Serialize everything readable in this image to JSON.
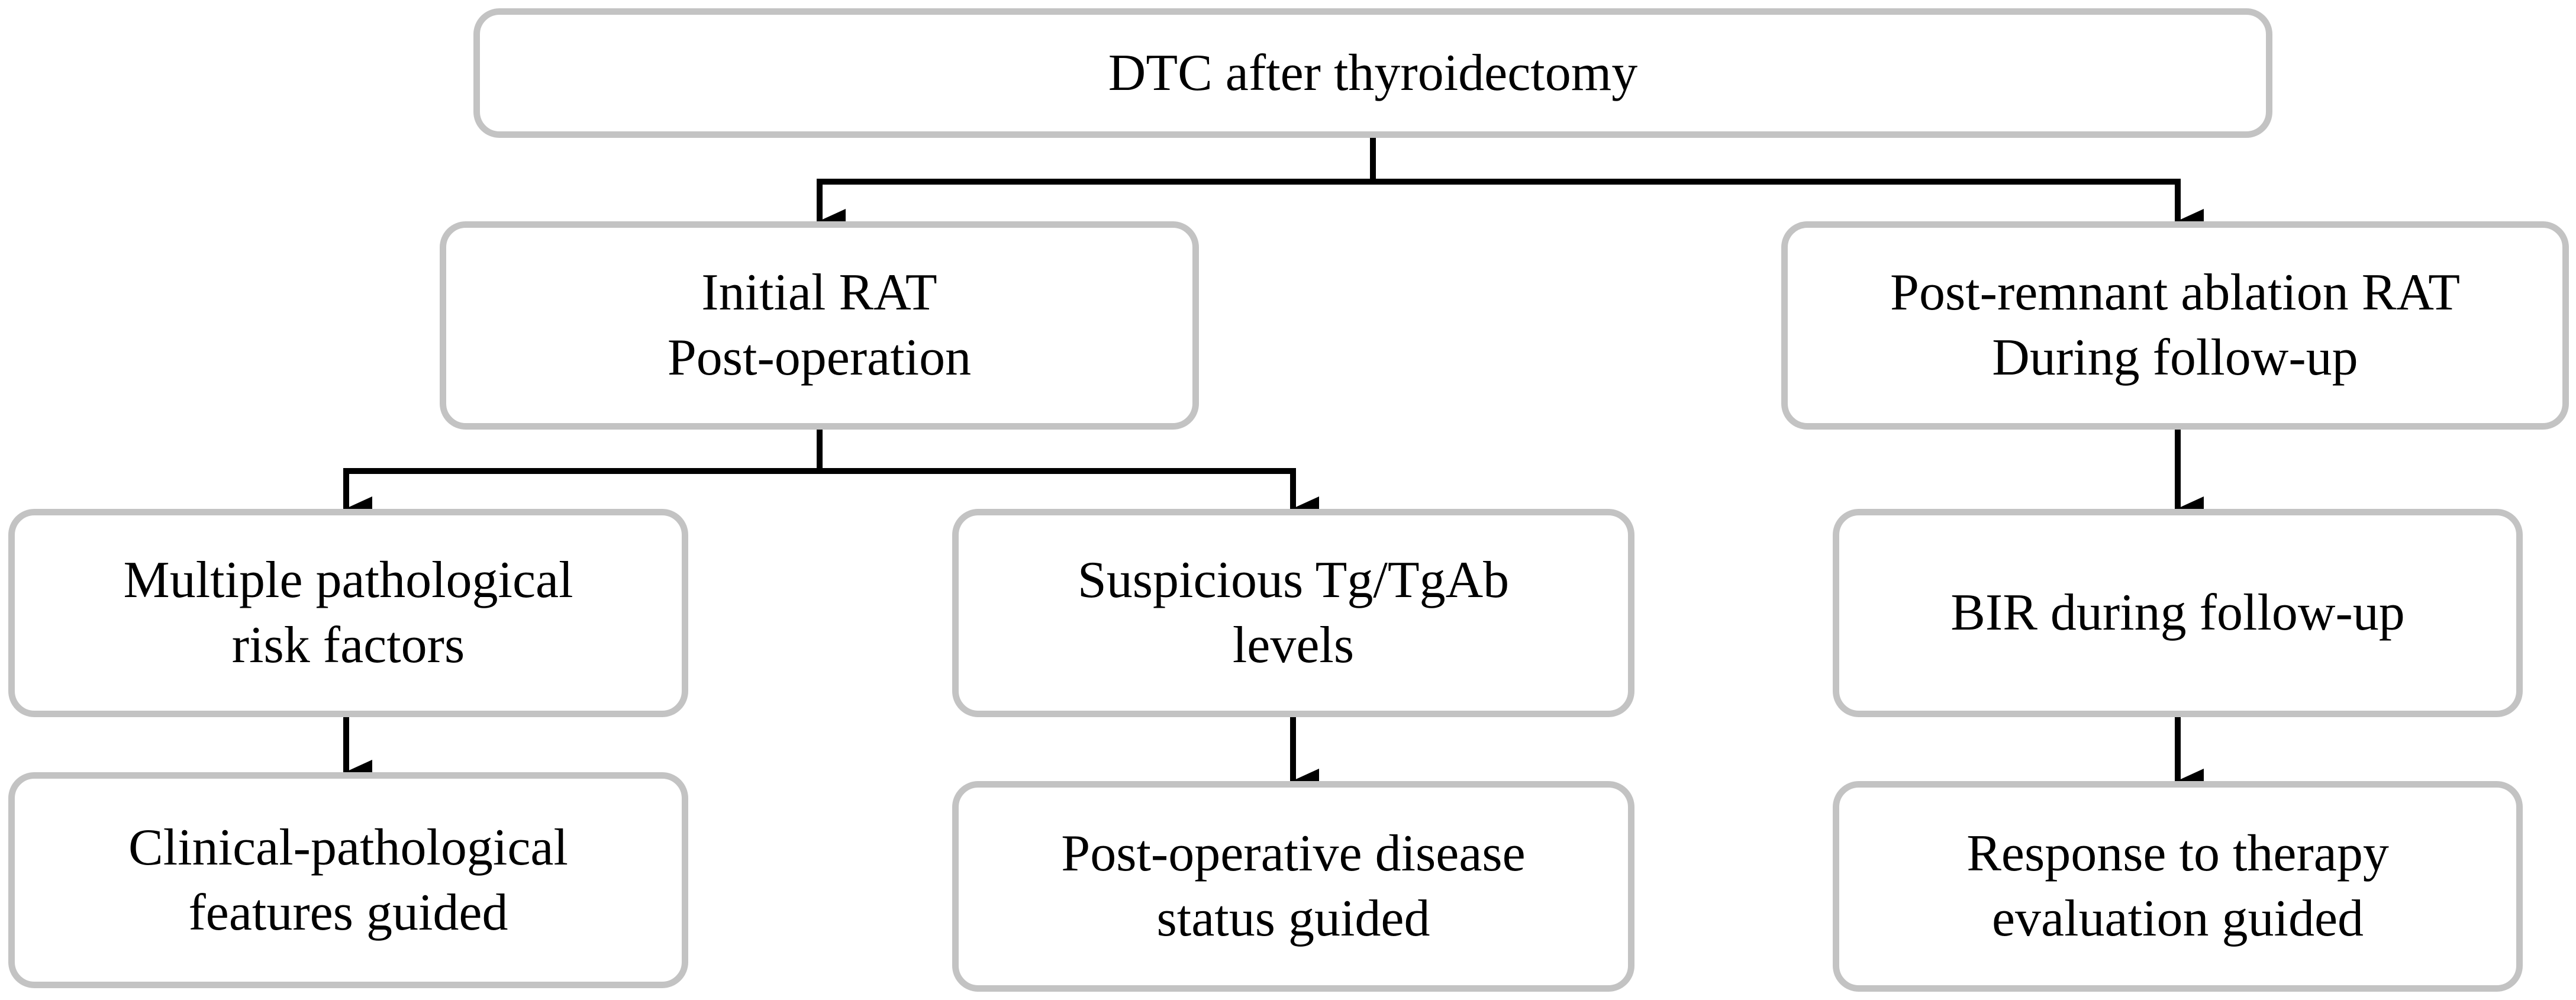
{
  "root": {
    "line1": "DTC after thyroidectomy"
  },
  "initial": {
    "line1": "Initial RAT",
    "line2": "Post-operation"
  },
  "post_remnant": {
    "line1": "Post-remnant ablation RAT",
    "line2": "During follow-up"
  },
  "multiple_risk": {
    "line1": "Multiple pathological",
    "line2": "risk factors"
  },
  "suspicious_tg": {
    "line1": "Suspicious Tg/TgAb",
    "line2": "levels"
  },
  "bir": {
    "line1": "BIR during follow-up"
  },
  "clinical_guided": {
    "line1": "Clinical-pathological",
    "line2": "features guided"
  },
  "postop_guided": {
    "line1": "Post-operative disease",
    "line2": "status guided"
  },
  "response_guided": {
    "line1": "Response to therapy",
    "line2": "evaluation guided"
  }
}
